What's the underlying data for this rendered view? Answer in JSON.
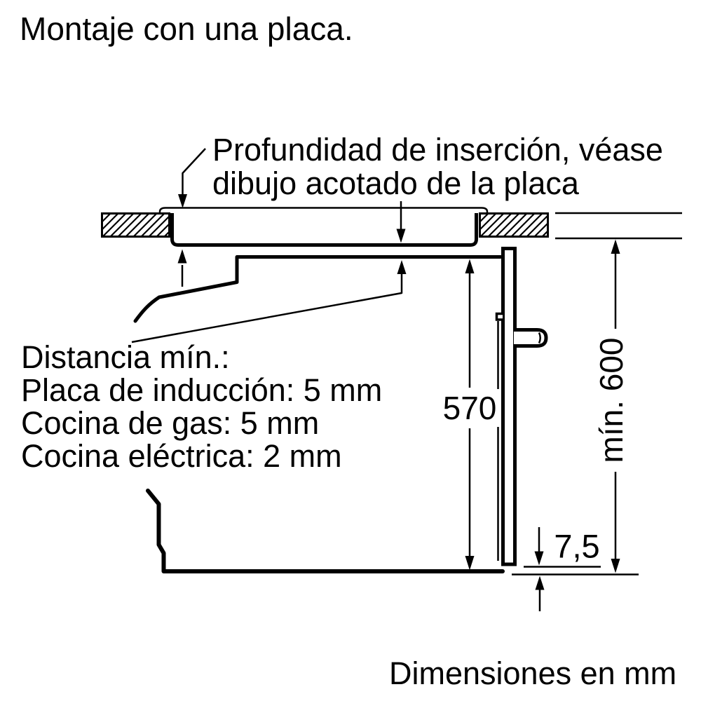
{
  "title": "Montaje con una placa.",
  "footer_note": "Dimensiones en mm",
  "callouts": {
    "insertion_depth": {
      "line1": "Profundidad de inserción, véase",
      "line2": "dibujo acotado de la placa"
    },
    "min_distance": {
      "heading": "Distancia mín.:",
      "items": [
        "Placa de inducción: 5 mm",
        "Cocina de gas: 5 mm",
        "Cocina eléctrica: 2 mm"
      ]
    }
  },
  "dimensions": {
    "niche_height": "570",
    "worktop_height_min": "mín. 600",
    "door_bottom_gap": "7,5",
    "units": "mm"
  },
  "drawing": {
    "ink_color": "#000000",
    "background_color": "#ffffff"
  }
}
